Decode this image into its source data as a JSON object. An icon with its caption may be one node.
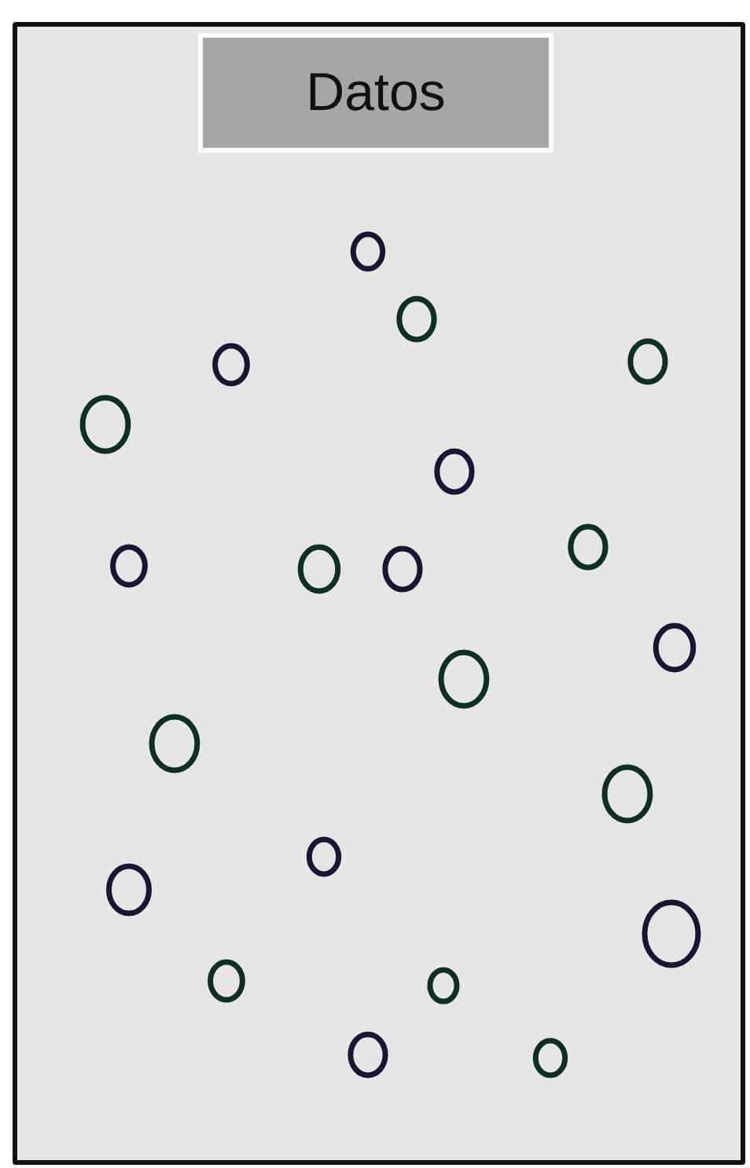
{
  "diagram": {
    "nodes": [
      {
        "text": [],
        "shape": "box"
      },
      {
        "text": [
          "Datos"
        ],
        "in": 0
      }
    ]
  }
}
